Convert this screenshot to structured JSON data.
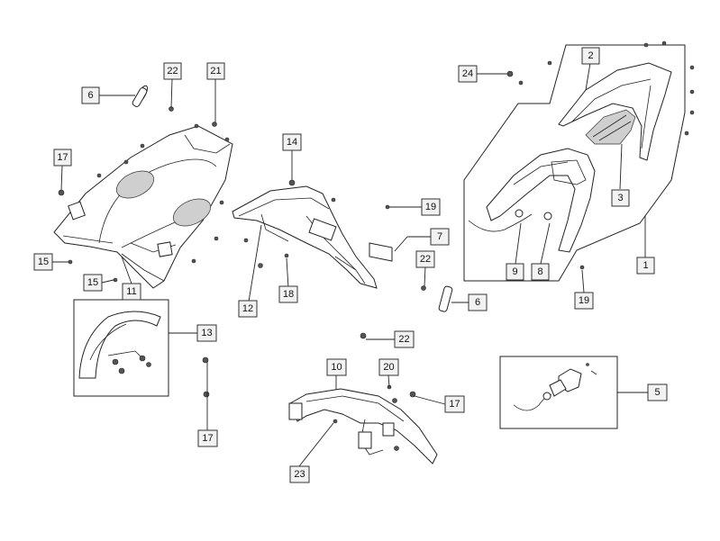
{
  "callouts": {
    "c22a": "22",
    "c21": "21",
    "c6a": "6",
    "c17a": "17",
    "c15a": "15",
    "c15b": "15",
    "c11": "11",
    "c14": "14",
    "c12": "12",
    "c18": "18",
    "c19a": "19",
    "c7": "7",
    "c22b": "22",
    "c6b": "6",
    "c24": "24",
    "c2": "2",
    "c3": "3",
    "c1": "1",
    "c9": "9",
    "c8": "8",
    "c19b": "19",
    "c13": "13",
    "c22c": "22",
    "c10": "10",
    "c20": "20",
    "c17b": "17",
    "c17c": "17",
    "c23": "23",
    "c5": "5"
  }
}
